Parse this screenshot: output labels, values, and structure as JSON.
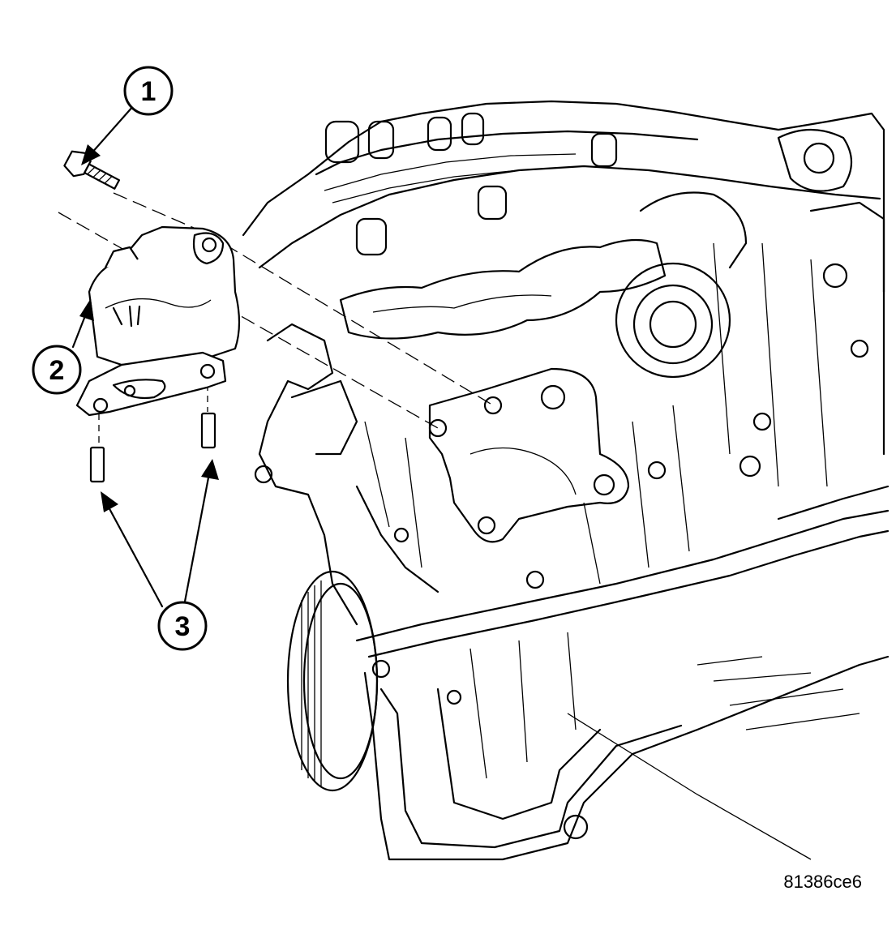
{
  "figure_id": "81386ce6",
  "callouts": [
    {
      "number": "1"
    },
    {
      "number": "2"
    },
    {
      "number": "3"
    }
  ]
}
